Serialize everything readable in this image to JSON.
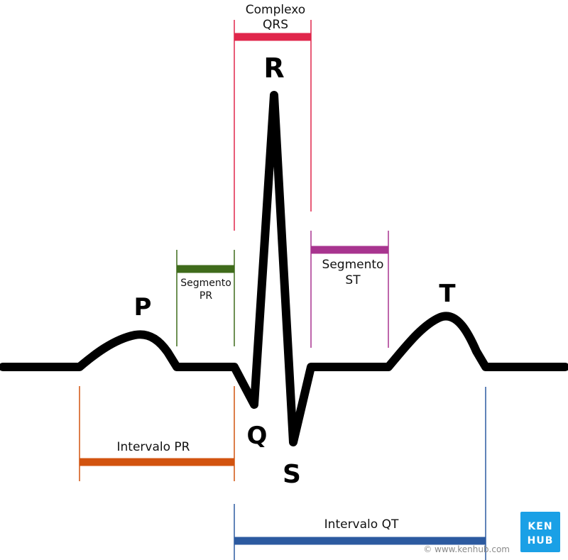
{
  "labels": {
    "qrs_complex": [
      "Complexo",
      "QRS"
    ],
    "pr_segment": [
      "Segmento",
      "PR"
    ],
    "st_segment": [
      "Segmento",
      "ST"
    ],
    "pr_interval": "Intervalo PR",
    "qt_interval": "Intervalo QT"
  },
  "waves": {
    "p": "P",
    "q": "Q",
    "r": "R",
    "s": "S",
    "t": "T"
  },
  "colors": {
    "trace": "#000000",
    "qrs_complex": "#e0264b",
    "pr_segment": "#3f6b1b",
    "st_segment": "#a8348f",
    "pr_interval": "#d2530f",
    "qt_interval": "#2c5aa0",
    "logo": "#1aa0e6"
  },
  "credit": "© www.kenhub.com",
  "logo": {
    "line1": "KEN",
    "line2": "HUB"
  }
}
